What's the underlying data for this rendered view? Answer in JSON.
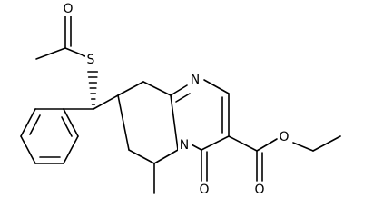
{
  "molecule": {
    "atoms": [
      {
        "id": "S",
        "symbol": "S"
      },
      {
        "id": "O_thioester",
        "symbol": "O"
      },
      {
        "id": "N_ring",
        "symbol": "N"
      },
      {
        "id": "N_amide",
        "symbol": "N"
      },
      {
        "id": "O_keto",
        "symbol": "O"
      },
      {
        "id": "O_ester_carbonyl",
        "symbol": "O"
      },
      {
        "id": "O_ester_ether",
        "symbol": "O"
      }
    ],
    "stereo": "hashed-wedge",
    "colors": {
      "bond": "#000000",
      "label": "#000000",
      "background": "#ffffff"
    }
  }
}
